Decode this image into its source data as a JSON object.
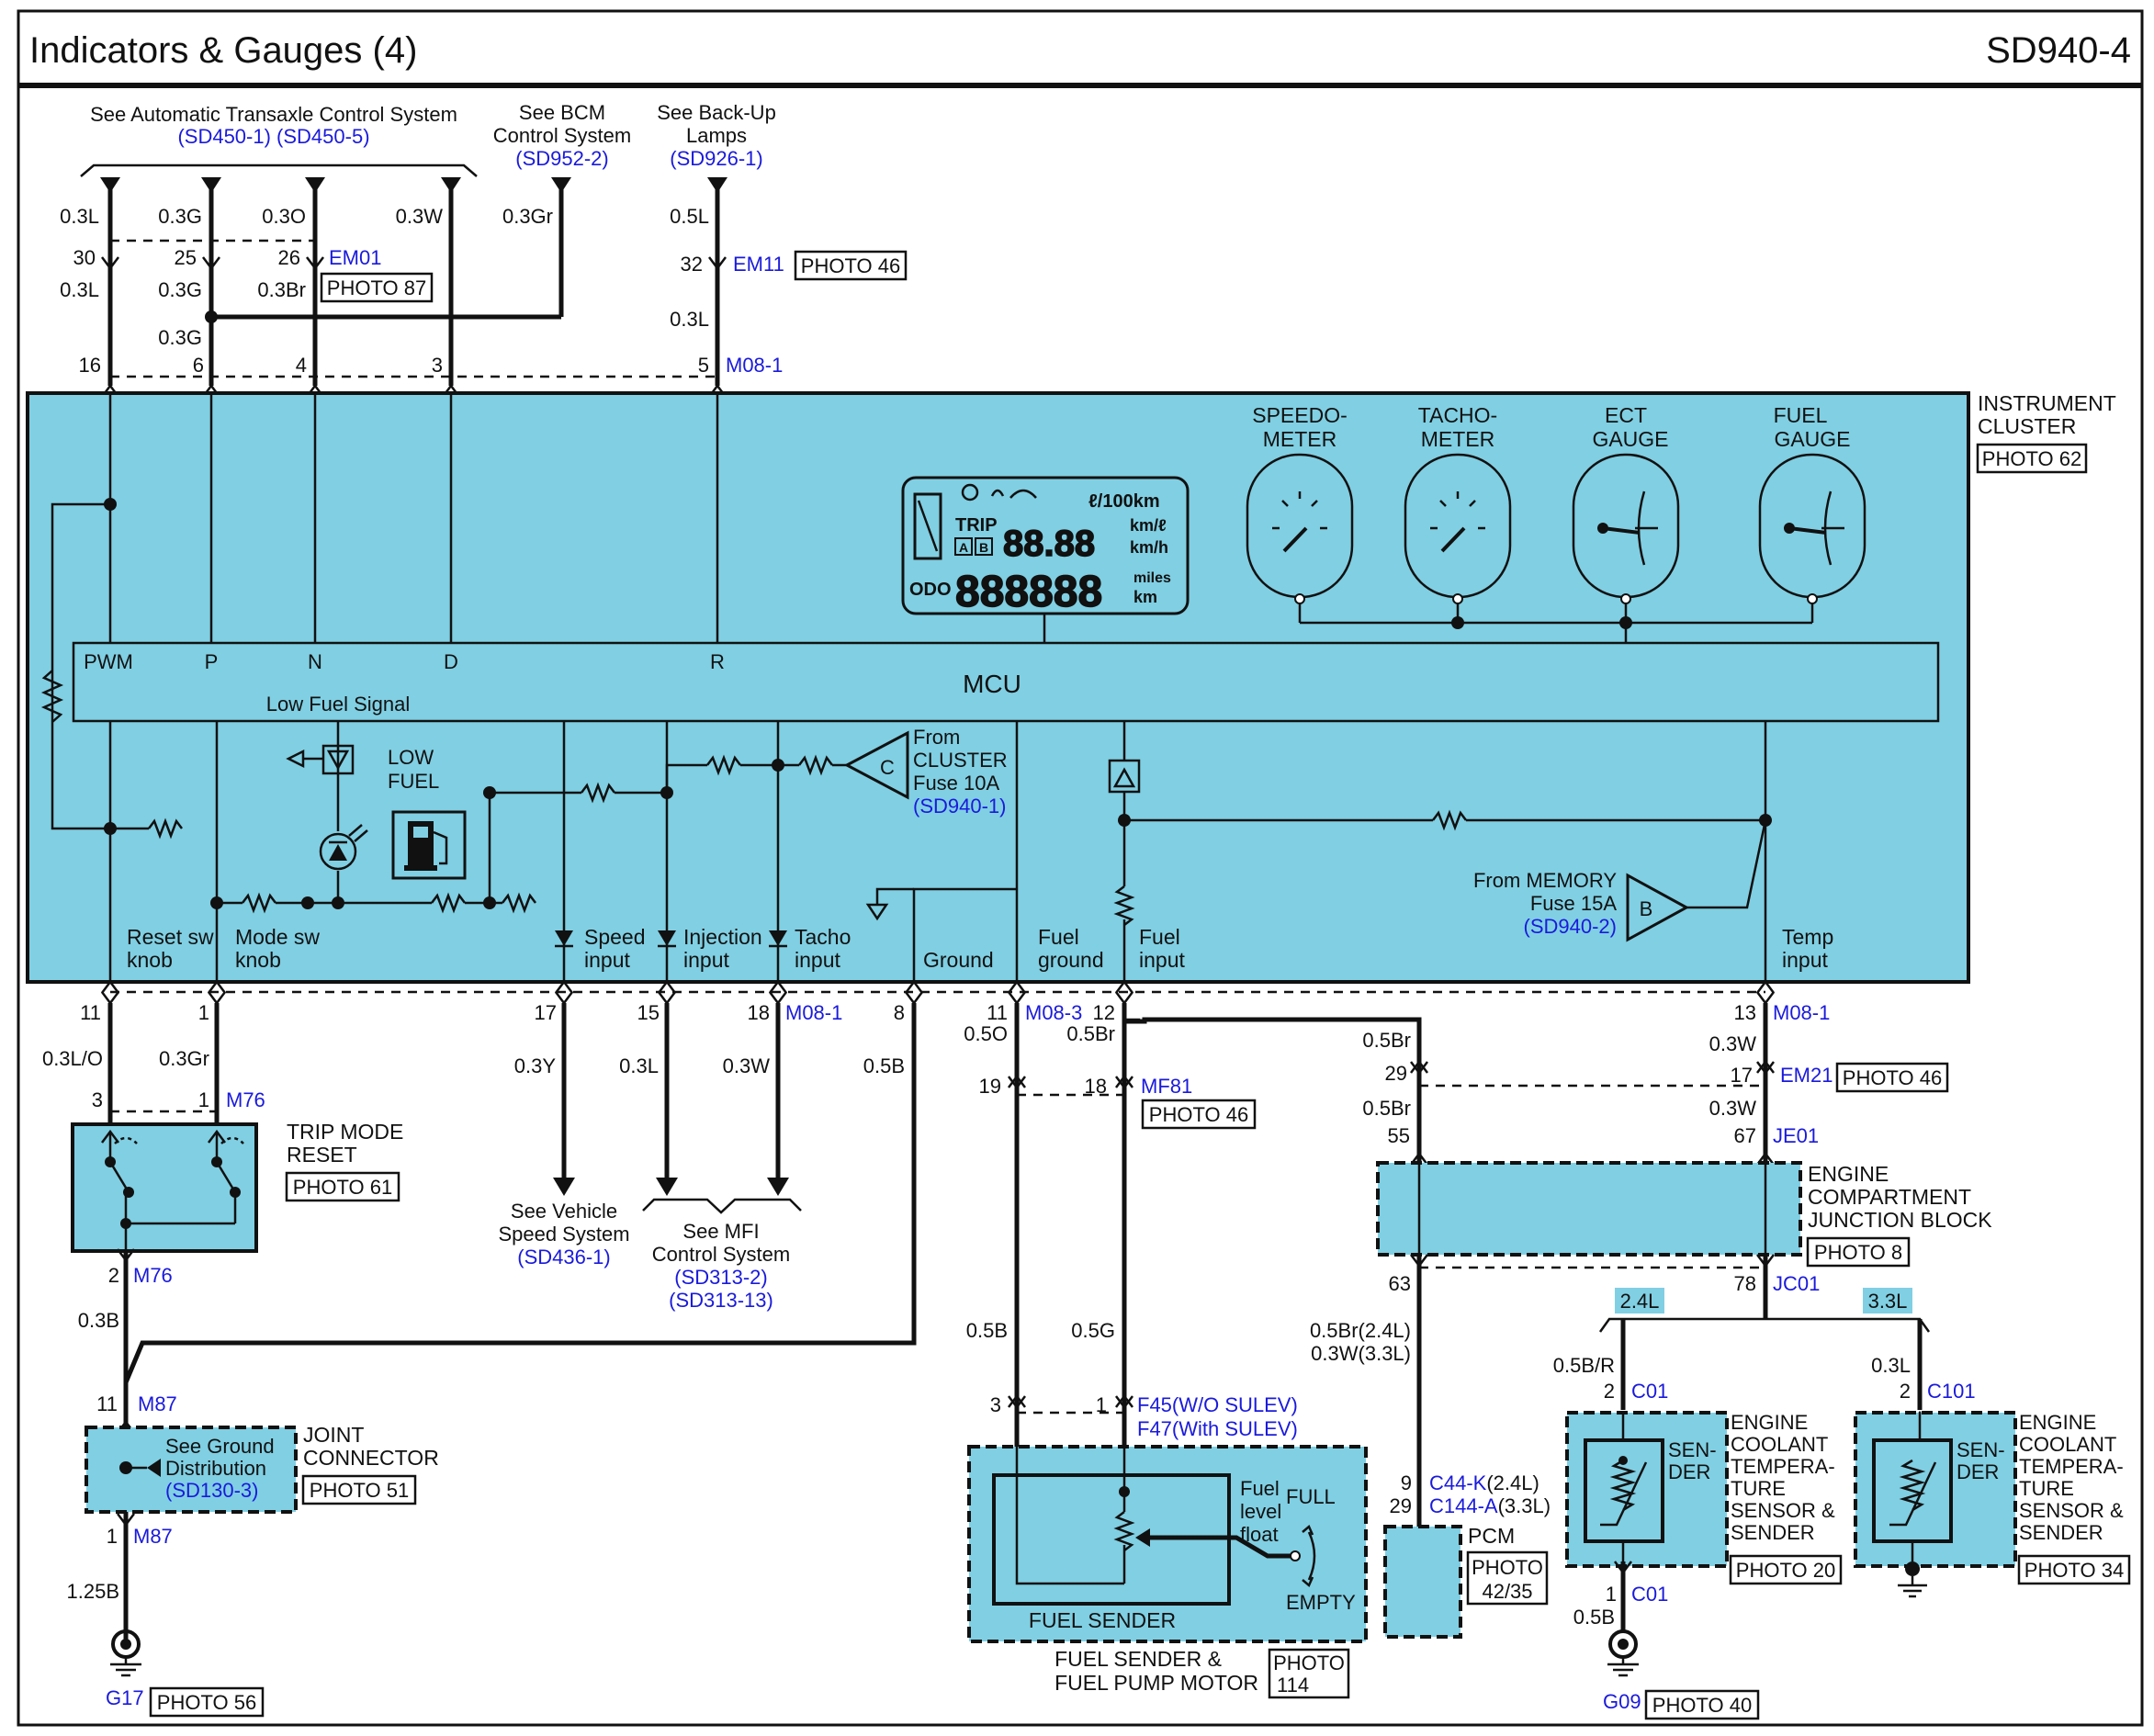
{
  "header": {
    "title": "Indicators & Gauges (4)",
    "code": "SD940-4"
  },
  "refs": {
    "ats": {
      "label": "See Automatic Transaxle Control System",
      "link": "(SD450-1) (SD450-5)"
    },
    "bcm": {
      "line1": "See BCM",
      "line2": "Control System",
      "link": "(SD952-2)"
    },
    "backup": {
      "line1": "See Back-Up",
      "line2": "Lamps",
      "link": "(SD926-1)"
    },
    "vss": {
      "line1": "See Vehicle",
      "line2": "Speed System",
      "link": "(SD436-1)"
    },
    "mfi": {
      "line1": "See MFI",
      "line2": "Control System",
      "link1": "(SD313-2)",
      "link2": "(SD313-13)"
    },
    "ground_dist": {
      "line1": "See Ground",
      "line2": "Distribution",
      "link": "(SD130-3)"
    },
    "cluster_fuse": {
      "line1": "From",
      "line2": "CLUSTER",
      "line3": "Fuse 10A",
      "link": "(SD940-1)",
      "mark": "C"
    },
    "memory_fuse": {
      "line1": "From MEMORY",
      "line2": "Fuse 15A",
      "link": "(SD940-2)",
      "mark": "B"
    }
  },
  "top_wires": {
    "w1": "0.3L",
    "w2": "0.3G",
    "w3": "0.3O",
    "w4": "0.3W",
    "w5": "0.3Gr",
    "w6": "0.5L",
    "p30": "30",
    "p25": "25",
    "p26": "26",
    "p32": "32",
    "em01": "EM01",
    "em11": "EM11",
    "photo87": "PHOTO 87",
    "photo46a": "PHOTO 46",
    "w1b": "0.3L",
    "w2b": "0.3G",
    "w3b": "0.3Br",
    "w2c": "0.3G",
    "w6b": "0.3L",
    "c16": "16",
    "c6": "6",
    "c4": "4",
    "c3": "3",
    "c5": "5",
    "m081": "M08-1"
  },
  "cluster": {
    "label1": "INSTRUMENT",
    "label2": "CLUSTER",
    "photo": "PHOTO 62",
    "mcu": "MCU",
    "pwm": "PWM",
    "p": "P",
    "n": "N",
    "d": "D",
    "r": "R",
    "low_fuel_signal": "Low Fuel Signal",
    "low": "LOW",
    "fuel": "FUEL",
    "gauges": [
      {
        "l1": "SPEEDO-",
        "l2": "METER"
      },
      {
        "l1": "TACHO-",
        "l2": "METER"
      },
      {
        "l1": "ECT",
        "l2": "GAUGE"
      },
      {
        "l1": "FUEL",
        "l2": "GAUGE"
      }
    ],
    "lcd": {
      "trip": "TRIP",
      "odo": "ODO",
      "u1": "ℓ/100km",
      "u2": "km/ℓ",
      "u3": "km/h",
      "u4": "miles",
      "u5": "km",
      "a": "A",
      "b": "B",
      "digits1": "88.88",
      "digits2": "888888"
    },
    "bottom": [
      {
        "l1": "Reset sw",
        "l2": "knob"
      },
      {
        "l1": "Mode sw",
        "l2": "knob"
      },
      {
        "l1": "Speed",
        "l2": "input"
      },
      {
        "l1": "Injection",
        "l2": "input"
      },
      {
        "l1": "Tacho",
        "l2": "input"
      },
      {
        "l1": "Ground",
        "l2": ""
      },
      {
        "l1": "Fuel",
        "l2": "ground"
      },
      {
        "l1": "Fuel",
        "l2": "input"
      },
      {
        "l1": "Temp",
        "l2": "input"
      }
    ]
  },
  "bottom_pins": {
    "p11": "11",
    "p1": "1",
    "p17": "17",
    "p15": "15",
    "p18": "18",
    "m081": "M08-1",
    "p8": "8",
    "p11b": "11",
    "m083": "M08-3",
    "p12": "12",
    "p13": "13",
    "m081b": "M08-1"
  },
  "left": {
    "w_lo": "0.3L/O",
    "w_gr": "0.3Gr",
    "p3": "3",
    "p1": "1",
    "m76": "M76",
    "trip1": "TRIP MODE",
    "trip2": "RESET",
    "photo61": "PHOTO 61",
    "p2": "2",
    "m76b": "M76",
    "w_b": "0.3B",
    "p11": "11",
    "m87": "M87",
    "joint1": "JOINT",
    "joint2": "CONNECTOR",
    "photo51": "PHOTO 51",
    "p1b": "1",
    "m87b": "M87",
    "w_125b": "1.25B",
    "g17": "G17",
    "photo56": "PHOTO 56"
  },
  "mid": {
    "w_y": "0.3Y",
    "w_l": "0.3L",
    "w_w": "0.3W",
    "w_b": "0.5B",
    "w_o": "0.5O",
    "w_br": "0.5Br",
    "p19": "19",
    "p18": "18",
    "mf81": "MF81",
    "photo46": "PHOTO 46",
    "w_b2": "0.5B",
    "w_g": "0.5G",
    "p3": "3",
    "p1": "1",
    "f45": "F45(W/O SULEV)",
    "f47": "F47(With SULEV)",
    "fuel_level": "Fuel",
    "fuel_level2": "level",
    "fuel_level3": "float",
    "full": "FULL",
    "empty": "EMPTY",
    "sender": "FUEL SENDER",
    "fsp1": "FUEL SENDER &",
    "fsp2": "FUEL PUMP MOTOR",
    "photo114a": "PHOTO",
    "photo114b": "114"
  },
  "right": {
    "w_br1": "0.5Br",
    "p29": "29",
    "w_br2": "0.5Br",
    "p55": "55",
    "w_w1": "0.3W",
    "p17": "17",
    "em21": "EM21",
    "photo46": "PHOTO 46",
    "w_w2": "0.3W",
    "p67": "67",
    "je01": "JE01",
    "ecjb1": "ENGINE",
    "ecjb2": "COMPARTMENT",
    "ecjb3": "JUNCTION BLOCK",
    "photo8": "PHOTO 8",
    "p63": "63",
    "p78": "78",
    "jc01": "JC01",
    "w_brw1": "0.5Br(2.4L)",
    "w_brw2": "0.3W(3.3L)",
    "p9": "9",
    "p29b": "29",
    "c44k": "C44-K",
    "c44k_sfx": "(2.4L)",
    "c144a": "C144-A",
    "c144a_sfx": "(3.3L)",
    "pcm": "PCM",
    "photo4235a": "PHOTO",
    "photo4235b": "42/35",
    "tag24": "2.4L",
    "tag33": "3.3L",
    "w_brr": "0.5B/R",
    "w_3l": "0.3L",
    "p2a": "2",
    "c01": "C01",
    "p2b": "2",
    "c101": "C101",
    "sen1": "SEN-",
    "sen2": "DER",
    "ect1": "ENGINE",
    "ect2": "COOLANT",
    "ect3": "TEMPERA-",
    "ect4": "TURE",
    "ect5": "SENSOR &",
    "ect6": "SENDER",
    "photo20": "PHOTO 20",
    "photo34": "PHOTO 34",
    "p1": "1",
    "c01b": "C01",
    "w_05b": "0.5B",
    "g09": "G09",
    "photo40": "PHOTO 40"
  },
  "colors": {
    "cluster_fill": "#80cfe3",
    "link_blue": "#1a1adc",
    "wire": "#111111"
  }
}
